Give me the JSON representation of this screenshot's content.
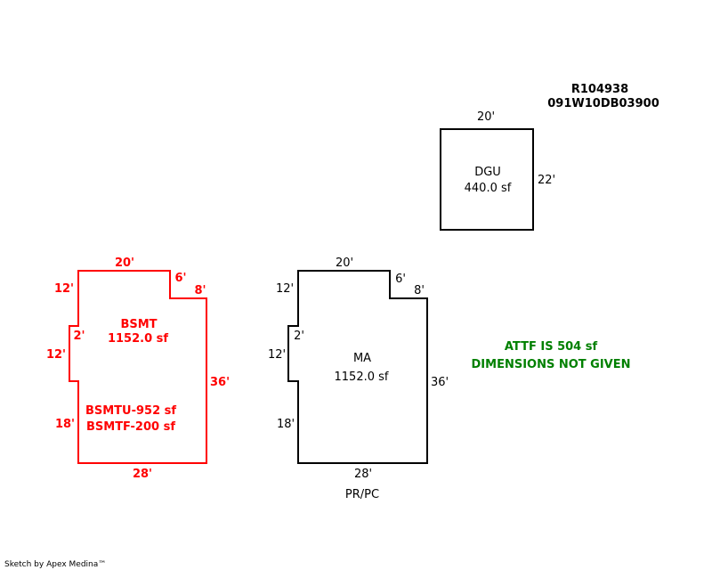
{
  "header": {
    "parcel_id": "R104938",
    "map_number": "091W10DB03900"
  },
  "colors": {
    "basement": "#ff0000",
    "main": "#000000",
    "note": "#008000"
  },
  "dgu": {
    "label": "DGU",
    "area": "440.0 sf",
    "dim_top": "20'",
    "dim_right": "22'"
  },
  "bsmt": {
    "label": "BSMT",
    "area": "1152.0 sf",
    "sub1": "BSMTU-952 sf",
    "sub2": "BSMTF-200 sf",
    "dims": {
      "top": "20'",
      "notch_top": "6'",
      "notch_side": "8'",
      "right": "36'",
      "bottom": "28'",
      "left_upper": "12'",
      "jog": "2'",
      "left_mid": "12'",
      "left_lower": "18'"
    }
  },
  "ma": {
    "label": "MA",
    "area": "1152.0 sf",
    "caption": "PR/PC",
    "dims": {
      "top": "20'",
      "notch_top": "6'",
      "notch_side": "8'",
      "right": "36'",
      "bottom": "28'",
      "left_upper": "12'",
      "jog": "2'",
      "left_mid": "12'",
      "left_lower": "18'"
    }
  },
  "note": {
    "line1": "ATTF IS 504 sf",
    "line2": "DIMENSIONS NOT GIVEN"
  },
  "footer": {
    "credit": "Sketch by Apex Medina™"
  }
}
